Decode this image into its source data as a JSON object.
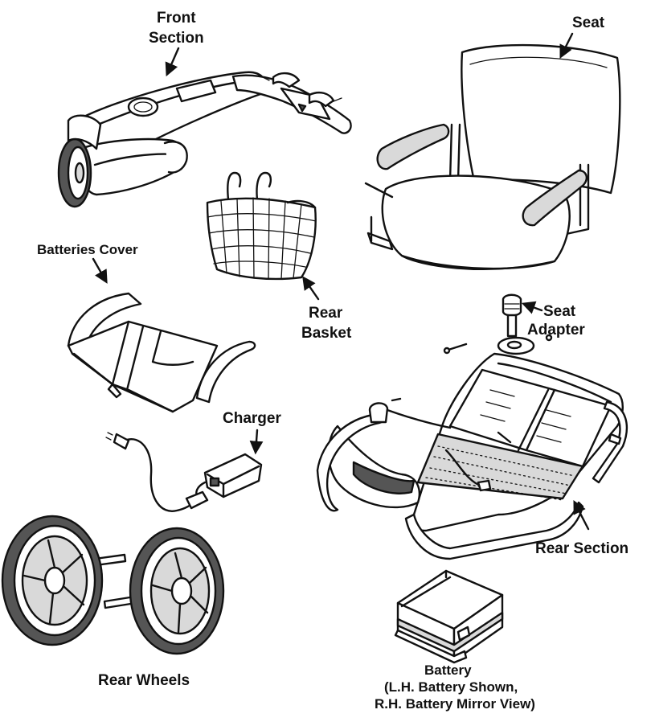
{
  "labels": {
    "front_section_line1": "Front",
    "front_section_line2": "Section",
    "seat": "Seat",
    "batteries_cover": "Batteries Cover",
    "rear_basket_line1": "Rear",
    "rear_basket_line2": "Basket",
    "seat_adapter_line1": "Seat",
    "seat_adapter_line2": "Adapter",
    "charger": "Charger",
    "rear_section": "Rear Section",
    "rear_wheels": "Rear Wheels",
    "battery_line1": "Battery",
    "battery_line2": "(L.H. Battery Shown,",
    "battery_line3": "R.H. Battery Mirror View)"
  }
}
